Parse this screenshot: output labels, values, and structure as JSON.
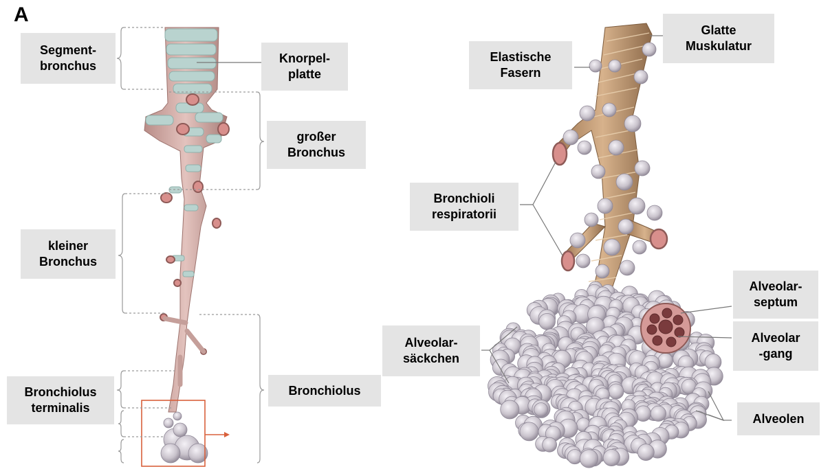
{
  "panel": "A",
  "labels": {
    "segmentbronchus": [
      "Segment-",
      "bronchus"
    ],
    "knorpelplatte": [
      "Knorpel-",
      "platte"
    ],
    "grosser_bronchus": [
      "großer",
      "Bronchus"
    ],
    "kleiner_bronchus": [
      "kleiner",
      "Bronchus"
    ],
    "bronchiolus_terminalis": [
      "Bronchiolus",
      "terminalis"
    ],
    "bronchiolus": [
      "Bronchiolus"
    ],
    "elastische_fasern": [
      "Elastische",
      "Fasern"
    ],
    "glatte_muskulatur": [
      "Glatte",
      "Muskulatur"
    ],
    "bronchioli_respiratorii": [
      "Bronchioli",
      "respiratorii"
    ],
    "alveolarsaeckchen": [
      "Alveolar-",
      "säckchen"
    ],
    "alveolarseptum": [
      "Alveolar-",
      "septum"
    ],
    "alveolargang": [
      "Alveolar",
      "-gang"
    ],
    "alveolen": [
      "Alveolen"
    ]
  },
  "colors": {
    "label_bg": "#e4e4e4",
    "cartilage": "#b9d3cf",
    "bronchus_wall": "#d7b3ae",
    "alveoli": "#c9c3cc",
    "muscle": "#c09a74",
    "highlight_box": "#d9603b"
  }
}
